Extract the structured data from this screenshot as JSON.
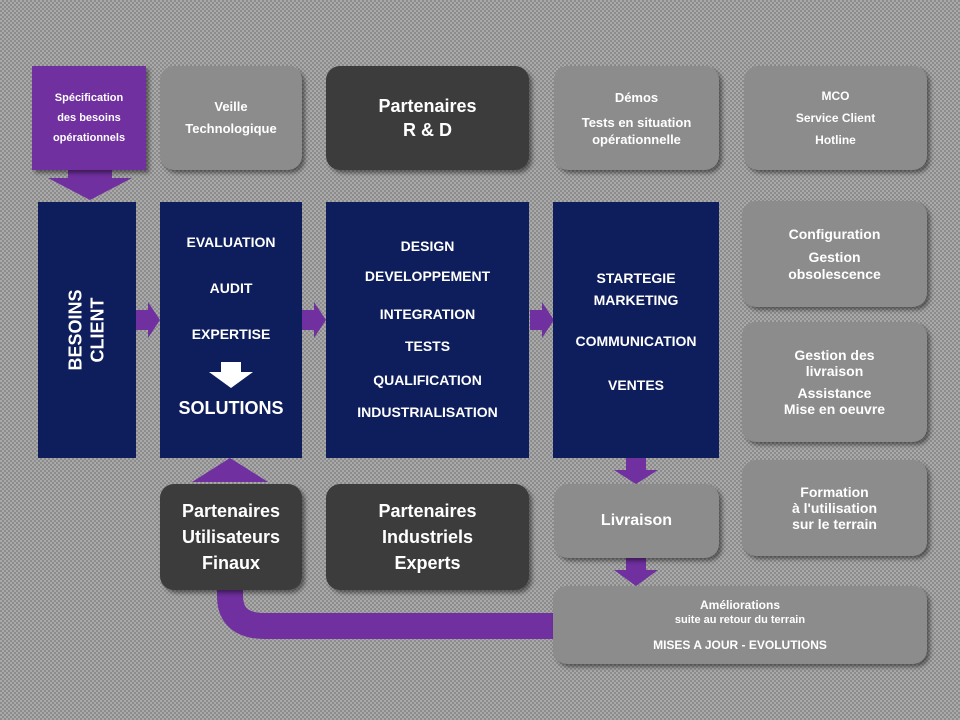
{
  "colors": {
    "purple": "#7030a0",
    "navy": "#0e1d5b",
    "dark_grey": "#3c3c3c",
    "grey": "#8c8c8c"
  },
  "spec": {
    "lines": [
      "Spécification",
      "des besoins",
      "opérationnels"
    ]
  },
  "veille": {
    "lines": [
      "Veille",
      "Technologique"
    ]
  },
  "partenaires_rd": {
    "lines": [
      "Partenaires",
      "R & D"
    ]
  },
  "demos": {
    "title": "Démos",
    "lines": [
      "Tests en situation",
      "opérationnelle"
    ]
  },
  "mco": {
    "lines": [
      "MCO",
      "Service Client",
      "Hotline"
    ]
  },
  "besoins": {
    "lines": [
      "BESOINS",
      "CLIENT"
    ]
  },
  "evaluation": {
    "items": [
      "EVALUATION",
      "AUDIT",
      "EXPERTISE"
    ],
    "solutions": "SOLUTIONS"
  },
  "design": {
    "items": [
      "DESIGN",
      "DEVELOPPEMENT",
      "INTEGRATION",
      "TESTS",
      "QUALIFICATION",
      "INDUSTRIALISATION"
    ]
  },
  "marketing": {
    "items": [
      "STARTEGIE",
      "MARKETING",
      "COMMUNICATION",
      "VENTES"
    ]
  },
  "configuration": {
    "lines": [
      "Configuration",
      "Gestion",
      "obsolescence"
    ]
  },
  "livraison_box": {
    "lines": [
      "Gestion  des",
      "livraison",
      "Assistance",
      "Mise en oeuvre"
    ]
  },
  "formation": {
    "lines": [
      "Formation",
      "à l'utilisation",
      "sur le terrain"
    ]
  },
  "partenaires_utilisateurs": {
    "lines": [
      "Partenaires",
      "Utilisateurs",
      "Finaux"
    ]
  },
  "partenaires_industriels": {
    "lines": [
      "Partenaires",
      "Industriels",
      "Experts"
    ]
  },
  "livraison": {
    "label": "Livraison"
  },
  "ameliorations": {
    "lines": [
      "Améliorations",
      "suite au retour  du terrain"
    ],
    "footer": "MISES A JOUR - EVOLUTIONS"
  }
}
